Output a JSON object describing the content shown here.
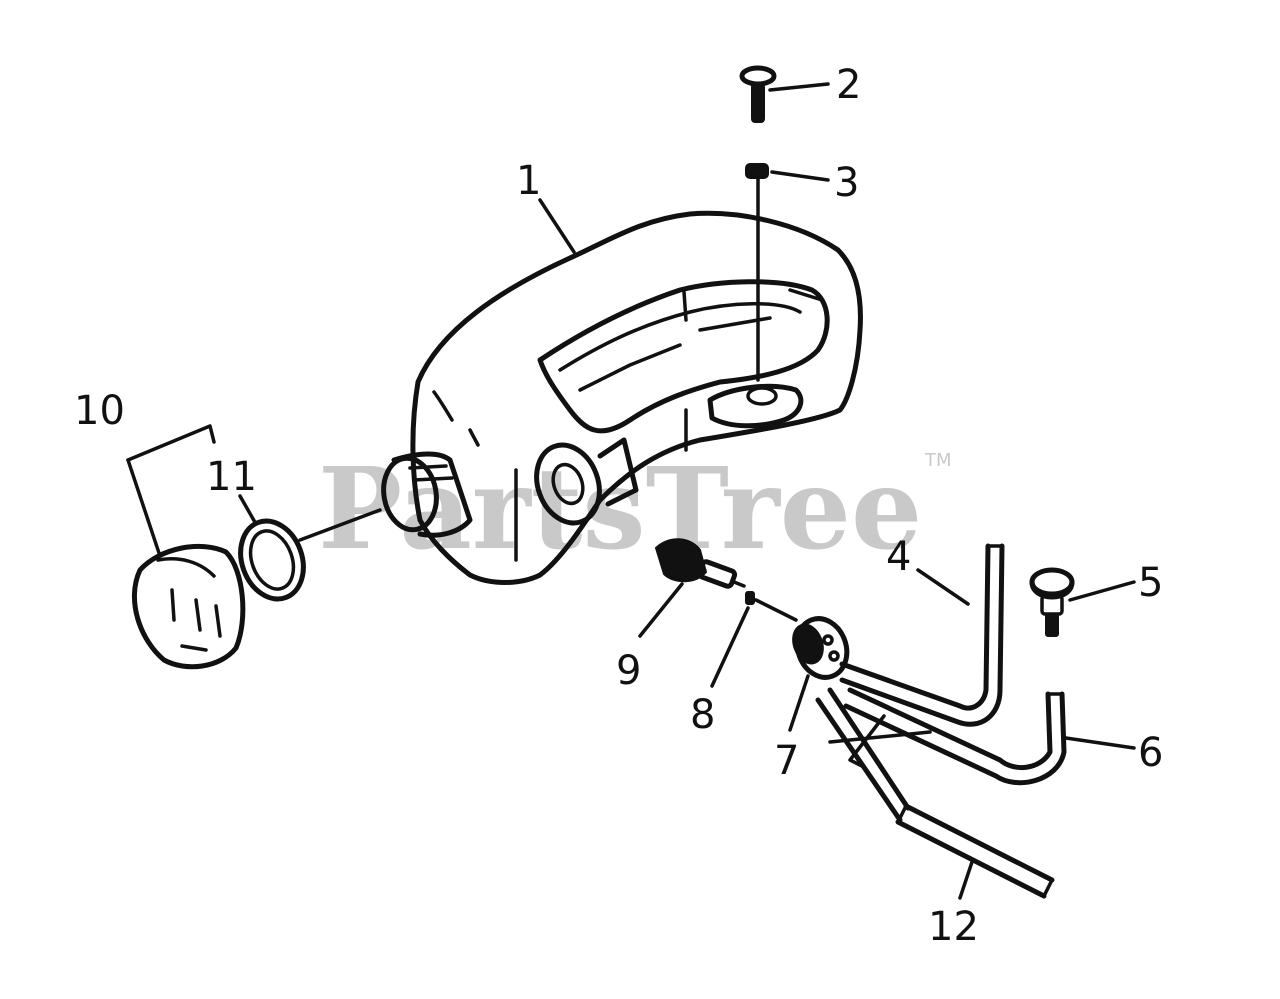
{
  "diagram": {
    "callouts": [
      {
        "id": "1",
        "label": "1"
      },
      {
        "id": "2",
        "label": "2"
      },
      {
        "id": "3",
        "label": "3"
      },
      {
        "id": "4",
        "label": "4"
      },
      {
        "id": "5",
        "label": "5"
      },
      {
        "id": "6",
        "label": "6"
      },
      {
        "id": "7",
        "label": "7"
      },
      {
        "id": "8",
        "label": "8"
      },
      {
        "id": "9",
        "label": "9"
      },
      {
        "id": "10",
        "label": "10"
      },
      {
        "id": "11",
        "label": "11"
      },
      {
        "id": "12",
        "label": "12"
      }
    ]
  },
  "watermark": {
    "text": "PartsTree",
    "trademark": "TM"
  }
}
